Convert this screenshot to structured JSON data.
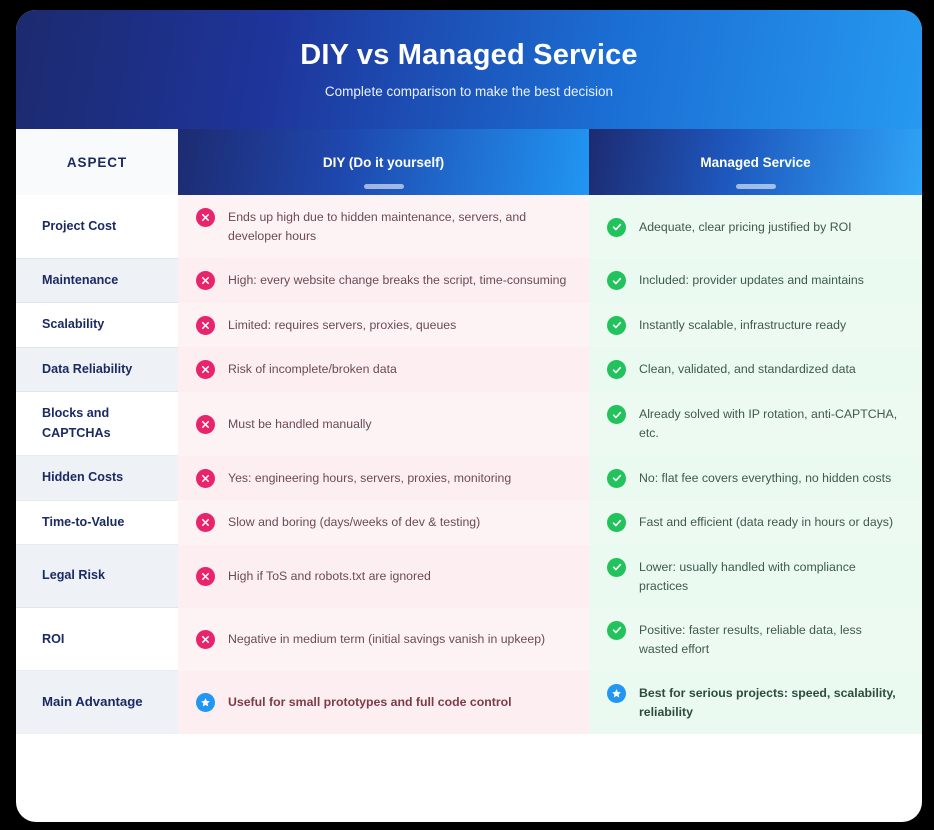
{
  "hero": {
    "title": "DIY vs Managed Service",
    "subtitle": "Complete comparison to make the best decision",
    "gradient_from": "#1c2a6e",
    "gradient_to": "#2699f0"
  },
  "colors": {
    "navy": "#1b2a63",
    "blue": "#2196f3",
    "negative": "#e8246c",
    "positive": "#22c25c",
    "star": "#2196f3",
    "diy_bg": "#fdf3f4",
    "managed_bg": "#edfaf1",
    "aspect_bg": "#ffffff",
    "aspect_bg_alt": "#eef2f7"
  },
  "table": {
    "headers": {
      "aspect": "ASPECT",
      "diy": "DIY (Do it yourself)",
      "managed": "Managed Service"
    },
    "rows": [
      {
        "aspect": "Project Cost",
        "diy": {
          "icon": "x-circle-icon",
          "text": "Ends up high due to hidden maintenance, servers, and developer hours"
        },
        "managed": {
          "icon": "check-circle-icon",
          "text": "Adequate, clear pricing justified by ROI"
        }
      },
      {
        "aspect": "Maintenance",
        "diy": {
          "icon": "x-circle-icon",
          "text": "High: every website change breaks the script, time-consuming"
        },
        "managed": {
          "icon": "check-circle-icon",
          "text": "Included: provider updates and maintains"
        }
      },
      {
        "aspect": "Scalability",
        "diy": {
          "icon": "x-circle-icon",
          "text": "Limited: requires servers, proxies, queues"
        },
        "managed": {
          "icon": "check-circle-icon",
          "text": "Instantly scalable, infrastructure ready"
        }
      },
      {
        "aspect": "Data Reliability",
        "diy": {
          "icon": "x-circle-icon",
          "text": "Risk of incomplete/broken data"
        },
        "managed": {
          "icon": "check-circle-icon",
          "text": "Clean, validated, and standardized data"
        }
      },
      {
        "aspect": "Blocks and CAPTCHAs",
        "diy": {
          "icon": "x-circle-icon",
          "text": "Must be handled manually"
        },
        "managed": {
          "icon": "check-circle-icon",
          "text": "Already solved with IP rotation, anti-CAPTCHA, etc."
        }
      },
      {
        "aspect": "Hidden Costs",
        "diy": {
          "icon": "x-circle-icon",
          "text": "Yes: engineering hours, servers, proxies, monitoring"
        },
        "managed": {
          "icon": "check-circle-icon",
          "text": "No: flat fee covers everything, no hidden costs"
        }
      },
      {
        "aspect": "Time-to-Value",
        "diy": {
          "icon": "x-circle-icon",
          "text": "Slow and boring (days/weeks of dev & testing)"
        },
        "managed": {
          "icon": "check-circle-icon",
          "text": "Fast and efficient (data ready in hours or days)"
        }
      },
      {
        "aspect": "Legal Risk",
        "diy": {
          "icon": "x-circle-icon",
          "text": "High if ToS and robots.txt are ignored"
        },
        "managed": {
          "icon": "check-circle-icon",
          "text": "Lower: usually handled with compliance practices"
        }
      },
      {
        "aspect": "ROI",
        "diy": {
          "icon": "x-circle-icon",
          "text": "Negative in medium term (initial savings vanish in upkeep)"
        },
        "managed": {
          "icon": "check-circle-icon",
          "text": "Positive: faster results, reliable data, less wasted effort"
        }
      },
      {
        "aspect": "Main Advantage",
        "diy": {
          "icon": "star-circle-icon",
          "text": "Useful for small prototypes and full code control"
        },
        "managed": {
          "icon": "star-circle-icon",
          "text": "Best for serious projects: speed, scalability, reliability"
        }
      }
    ]
  }
}
